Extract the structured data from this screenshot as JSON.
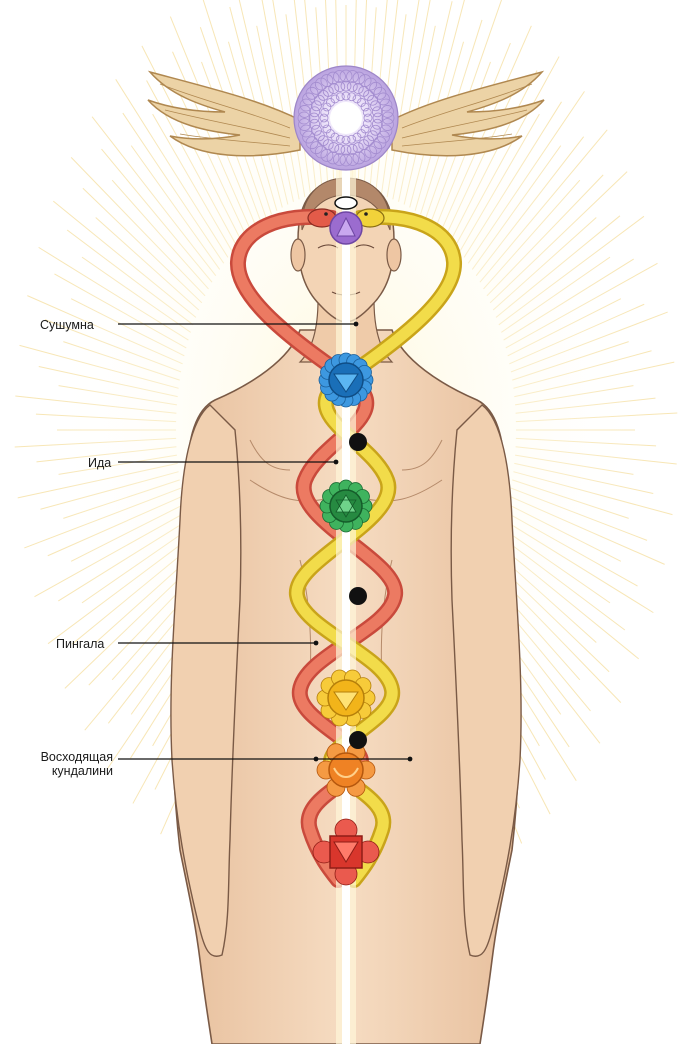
{
  "labels": {
    "sushumna": "Сушумна",
    "ida": "Ида",
    "pingala": "Пингала",
    "kundalini_line1": "Восходящая",
    "kundalini_line2": "кундалини"
  },
  "colors": {
    "background": "#ffffff",
    "rays": "#f2d27a",
    "skin": "#f3d6b8",
    "skin_shadow": "#d9ac86",
    "outline": "#6b4a3a",
    "ida_serpent": "#f0d53a",
    "pingala_serpent": "#e86a55",
    "sushumna_channel": "#ffffff",
    "wings": "#e8c89a",
    "crown": "#c9b6e6",
    "third_eye": "#9b6ccf",
    "throat": "#2f8fd8",
    "heart": "#3aa655",
    "solar_plexus": "#f3c21f",
    "sacral": "#f08a25",
    "root": "#e0443a"
  },
  "chakras": [
    {
      "name": "crown",
      "color": "#c9b6e6"
    },
    {
      "name": "third-eye",
      "color": "#9b6ccf"
    },
    {
      "name": "throat",
      "color": "#2f8fd8"
    },
    {
      "name": "heart",
      "color": "#3aa655"
    },
    {
      "name": "solar-plexus",
      "color": "#f3c21f"
    },
    {
      "name": "sacral",
      "color": "#f08a25"
    },
    {
      "name": "root",
      "color": "#e0443a"
    }
  ]
}
